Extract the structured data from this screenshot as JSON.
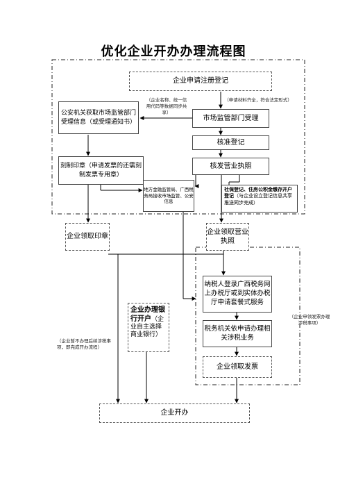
{
  "title": "优化企业开办办理流程图",
  "nodes": {
    "apply": "企业申请注册登记",
    "police": "公安机关获取市场监管部门受理信息（或受理通知书）",
    "market": "市场监管部门受理",
    "approve": "核准登记",
    "license": "核发营业执照",
    "engrave": "刻制印章（申请发票的还需刻制发票专用章）",
    "finance": "地方金融监管局、广西税务局接收市场监管、公安信息",
    "social_bold": "社保登记、住房公积金缴存开户登记",
    "social_rest": "（与企业设立登记信息共享推送同步完成）",
    "seal": "企业领取印章",
    "get_license": "企业领取营业执照",
    "bank_bold": "企业办理银行开户",
    "bank_rest": "（企业自主选择商业银行）",
    "taxpayer": "纳税人登录广西税务网上办税厅或到实体办税厅申请套餐式服务",
    "tax_office": "税务机关依申请办理相关涉税业务",
    "invoice": "企业领取发票",
    "finish": "企业开办"
  },
  "notes": {
    "condition": "（申请材料齐全，符合法定形式）",
    "share": "（企业名称、统一信用代码等数据同步共享）",
    "invoice_side": "（企业申领发票办理涉税事项）",
    "no_tax": "（企业暂不办理后续涉税事项，即完成开办流程）"
  }
}
